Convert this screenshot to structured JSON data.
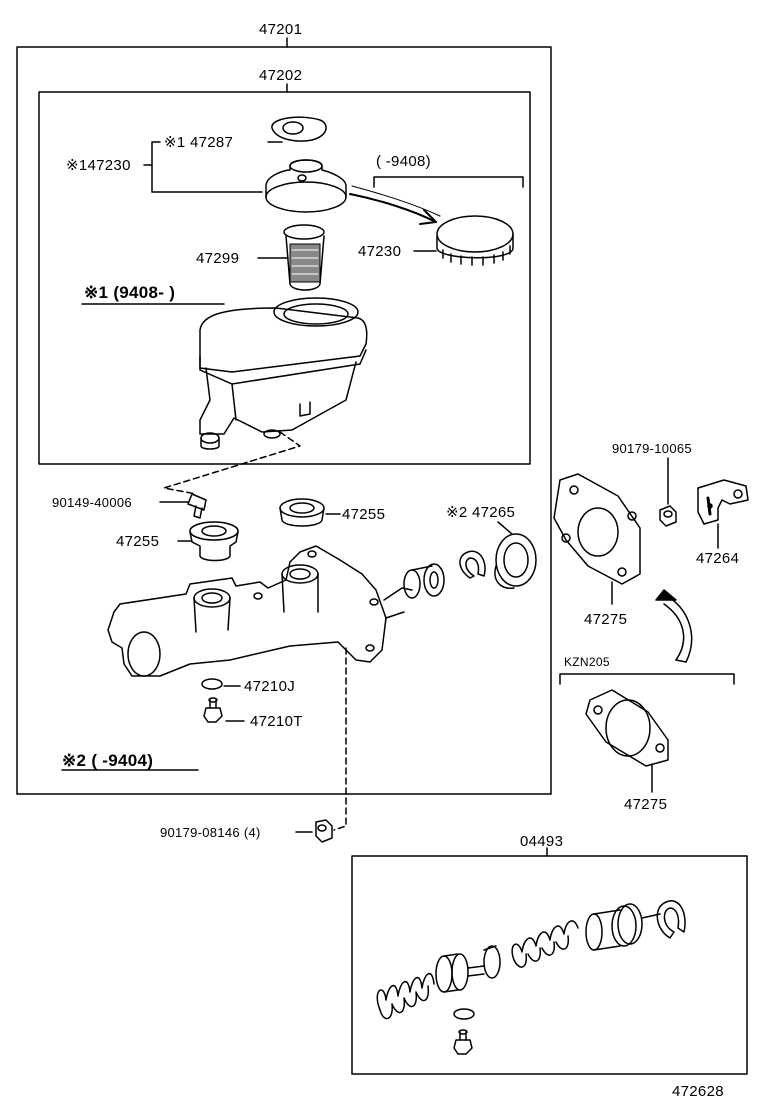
{
  "diagram": {
    "labels": {
      "p47201": "47201",
      "p47202": "47202",
      "p47287": "※1 47287",
      "p147230": "※147230",
      "range_9408_upper": "(      -9408)",
      "p47230": "47230",
      "p47299": "47299",
      "note1": "※1 (9408-      )",
      "p90149": "90149-40006",
      "p47255_right": "47255",
      "p47255_left": "47255",
      "p47265": "※2 47265",
      "p90179_10065": "90179-10065",
      "p47264": "47264",
      "p47275_upper": "47275",
      "kzn205": "KZN205",
      "p47275_lower": "47275",
      "p47210j": "47210J",
      "p47210t": "47210T",
      "note2": "※2 (      -9404)",
      "p90179_08146": "90179-08146 (4)",
      "p04493": "04493",
      "footer_code": "472628"
    }
  }
}
